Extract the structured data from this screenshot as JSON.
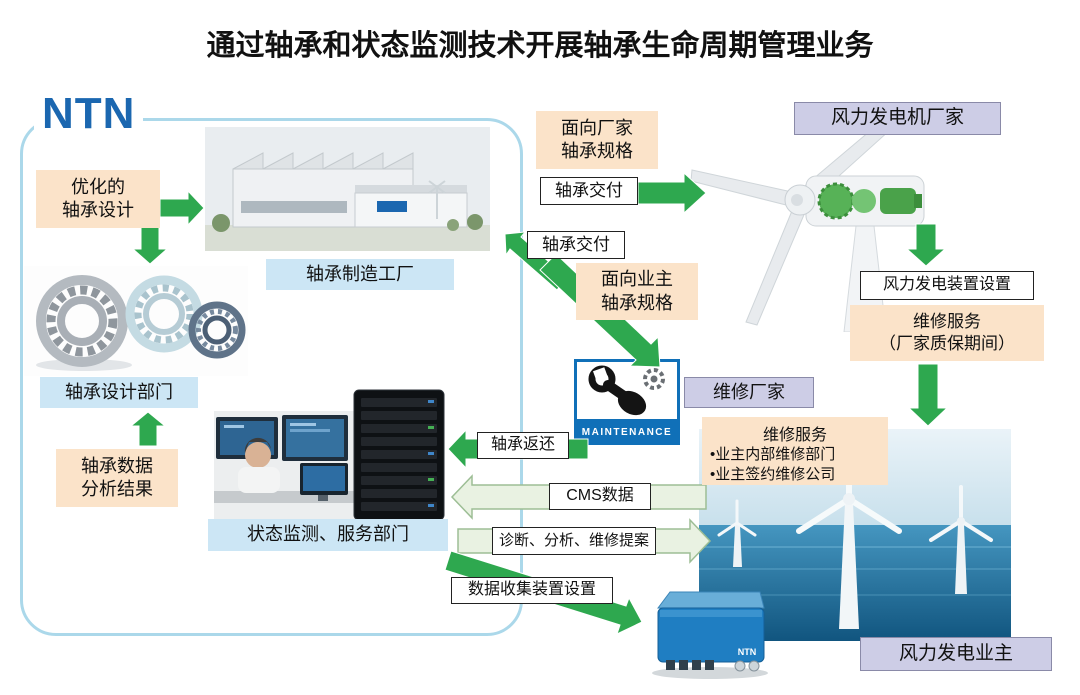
{
  "title": "通过轴承和状态监测技术开展轴承生命周期管理业务",
  "logo": "NTN",
  "colors": {
    "arrow_green": "#2EA84F",
    "arrow_pale": "#E9F2E2",
    "box_peach": "#FBE3C9",
    "box_blue": "#CCE6F5",
    "box_lavender": "#CDCDE6",
    "ntn_blue": "#1B67B0",
    "container_border": "#ABD8EA"
  },
  "ntn_area": {
    "optimized_design": "优化的\n轴承设计",
    "factory_caption": "轴承制造工厂",
    "design_dept": "轴承设计部门",
    "data_analysis": "轴承数据\n分析结果",
    "monitoring_dept": "状态监测、服务部门"
  },
  "flows": {
    "spec_maker": "面向厂家\n轴承规格",
    "delivery_top": "轴承交付",
    "delivery_mid": "轴承交付",
    "spec_owner": "面向业主\n轴承规格",
    "equip_setup": "风力发电装置设置",
    "warranty_service": "维修服务\n（厂家质保期间）",
    "maintenance_service": {
      "title": "维修服务",
      "items": [
        "•业主内部维修部门",
        "•业主签约维修公司"
      ]
    },
    "bearing_return": "轴承返还",
    "cms_data": "CMS数据",
    "diagnosis": "诊断、分析、维修提案",
    "data_collection": "数据收集装置设置"
  },
  "entities": {
    "turbine_maker": "风力发电机厂家",
    "maintenance_co": "维修厂家",
    "owner": "风力发电业主"
  },
  "images": {
    "maintenance_icon_label": "MAINTENANCE",
    "device_label": "NTN"
  }
}
